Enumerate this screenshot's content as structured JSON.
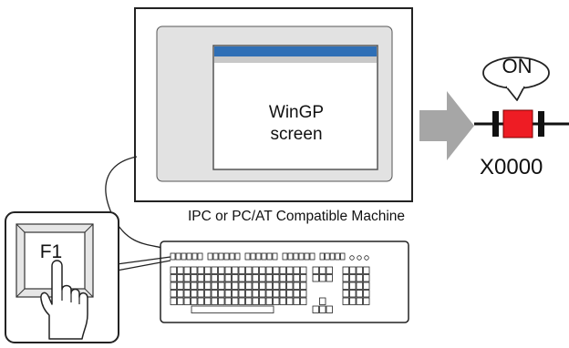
{
  "window": {
    "line1": "WinGP",
    "line2": "screen"
  },
  "machine_label": "IPC or PC/AT Compatible Machine",
  "key_label": "F1",
  "callout_label": "ON",
  "address_label": "X0000",
  "colors": {
    "title_bar": "#2f6fb6",
    "title_bar_stripe": "#c8c8c8",
    "bezel": "#e2e2e2",
    "arrow": "#a6a6a6",
    "relay": "#ee1c24",
    "key_face": "#e6e6e6"
  },
  "icons": [
    "keyboard-icon",
    "hand-pointer-icon",
    "arrow-right-icon",
    "relay-switch-icon"
  ]
}
